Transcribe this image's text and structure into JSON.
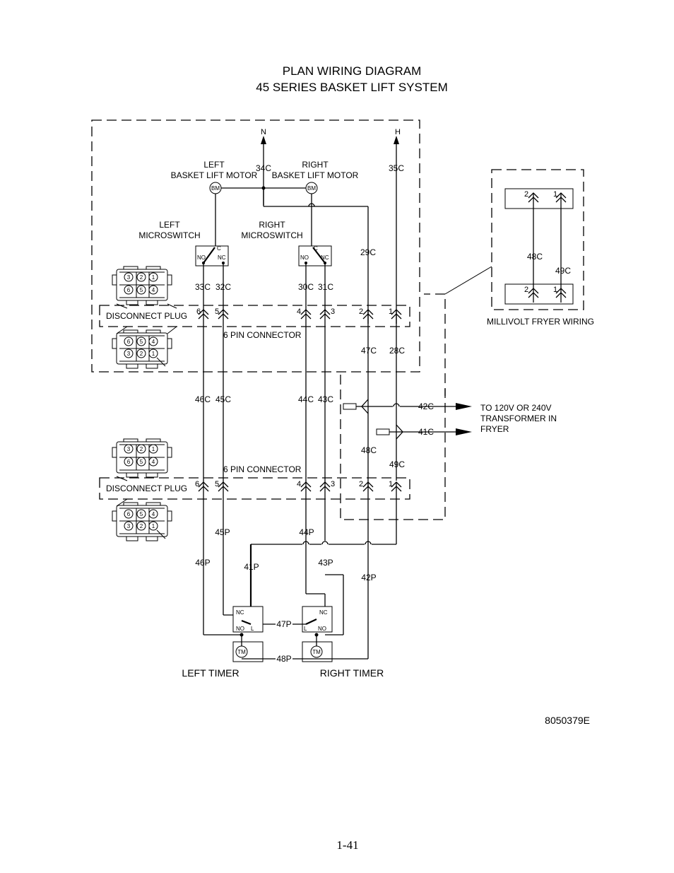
{
  "title": {
    "line1": "PLAN WIRING DIAGRAM",
    "line2": "45 SERIES BASKET LIFT SYSTEM"
  },
  "power": {
    "neutral": "N",
    "hot": "H"
  },
  "components": {
    "left_motor_l1": "LEFT",
    "left_motor_l2": "BASKET LIFT MOTOR",
    "right_motor_l1": "RIGHT",
    "right_motor_l2": "BASKET LIFT MOTOR",
    "motor_symbol": "BM",
    "left_switch_l1": "LEFT",
    "left_switch_l2": "MICROSWITCH",
    "right_switch_l1": "RIGHT",
    "right_switch_l2": "MICROSWITCH",
    "sw_c": "C",
    "sw_no": "NO",
    "sw_nc": "NC",
    "disconnect_plug": "DISCONNECT PLUG",
    "six_pin_connector": "6 PIN CONNECTOR",
    "millivolt": "MILLIVOLT FRYER WIRING",
    "transformer_l1": "TO 120V OR 240V",
    "transformer_l2": "TRANSFORMER IN",
    "transformer_l3": "FRYER",
    "timer_symbol": "TM",
    "timer_l": "L",
    "left_timer": "LEFT TIMER",
    "right_timer": "RIGHT TIMER"
  },
  "plug_pins": {
    "top_row": [
      "3",
      "2",
      "1"
    ],
    "bottom_row": [
      "6",
      "5",
      "4"
    ]
  },
  "connector_pins": [
    "6",
    "5",
    "4",
    "3",
    "2",
    "1"
  ],
  "millivolt_pins": [
    "2",
    "1"
  ],
  "wires": {
    "w34c": "34C",
    "w35c": "35C",
    "w29c": "29C",
    "w33c": "33C",
    "w32c": "32C",
    "w30c": "30C",
    "w31c": "31C",
    "w47c": "47C",
    "w28c": "28C",
    "w46c": "46C",
    "w45c": "45C",
    "w44c": "44C",
    "w43c": "43C",
    "w42c": "42C",
    "w41c": "41C",
    "w48c": "48C",
    "w49c": "49C",
    "w45p": "45P",
    "w44p": "44P",
    "w46p": "46P",
    "w41p": "41P",
    "w43p": "43P",
    "w42p": "42P",
    "w47p": "47P",
    "w48p": "48P"
  },
  "doc_number": "8050379E",
  "page_number": "1-41"
}
